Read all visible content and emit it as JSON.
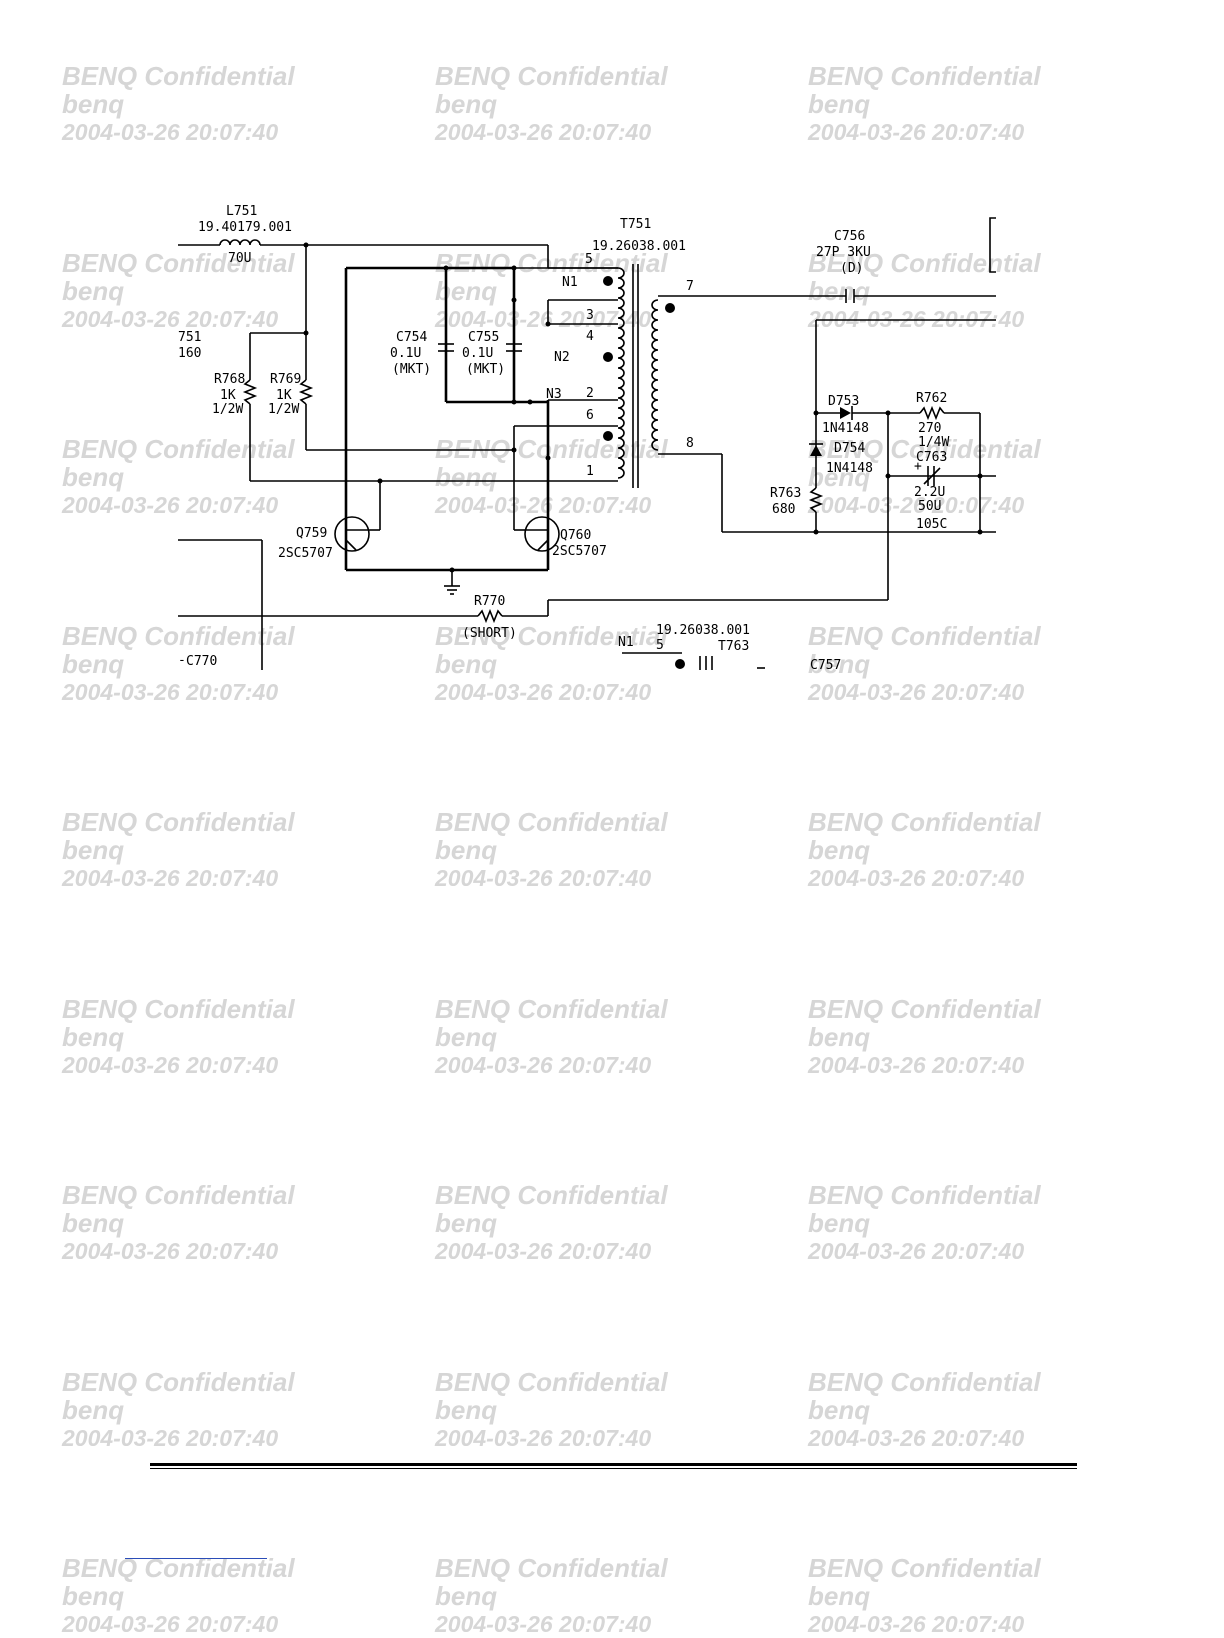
{
  "watermark": {
    "line1": "BENQ Confidential",
    "line2": "benq",
    "line3": "2004-03-26 20:07:40"
  },
  "schematic": {
    "L751": {
      "ref": "L751",
      "part": "19.40179.001",
      "value": "70U"
    },
    "T751": {
      "ref": "T751",
      "part": "19.26038.001"
    },
    "C756": {
      "ref": "C756",
      "value": "27P 3KU",
      "type": "(D)"
    },
    "C754": {
      "ref": "C754",
      "value": "0.1U",
      "type": "(MKT)"
    },
    "C755": {
      "ref": "C755",
      "value": "0.1U",
      "type": "(MKT)"
    },
    "R768": {
      "ref": "R768",
      "value": "1K",
      "power": "1/2W"
    },
    "R769": {
      "ref": "R769",
      "value": "1K",
      "power": "1/2W"
    },
    "D753": {
      "ref": "D753",
      "part": "1N4148"
    },
    "D754": {
      "ref": "D754",
      "part": "1N4148"
    },
    "R762": {
      "ref": "R762",
      "value": "270",
      "power": "1/4W"
    },
    "C763": {
      "ref": "C763",
      "value": "2.2U",
      "voltage": "50U",
      "temp": "105C"
    },
    "R763": {
      "ref": "R763",
      "value": "680"
    },
    "Q759": {
      "ref": "Q759",
      "part": "2SC5707"
    },
    "Q760": {
      "ref": "Q760",
      "part": "2SC5707"
    },
    "R770": {
      "ref": "R770",
      "value": "(SHORT)"
    },
    "C770": {
      "ref": "C770"
    },
    "T763": {
      "ref": "T763",
      "part": "19.26038.001"
    },
    "C757": {
      "ref": "C757"
    },
    "winding_labels": {
      "n1": "N1",
      "n2": "N2",
      "n3": "N3",
      "n1b": "N1"
    },
    "pins": {
      "p5": "5",
      "p3": "3",
      "p4": "4",
      "p2": "2",
      "p6": "6",
      "p1": "1",
      "p7": "7",
      "p8": "8",
      "p5b": "5"
    },
    "left_edge_labels": {
      "a": "751",
      "b": "160"
    }
  }
}
